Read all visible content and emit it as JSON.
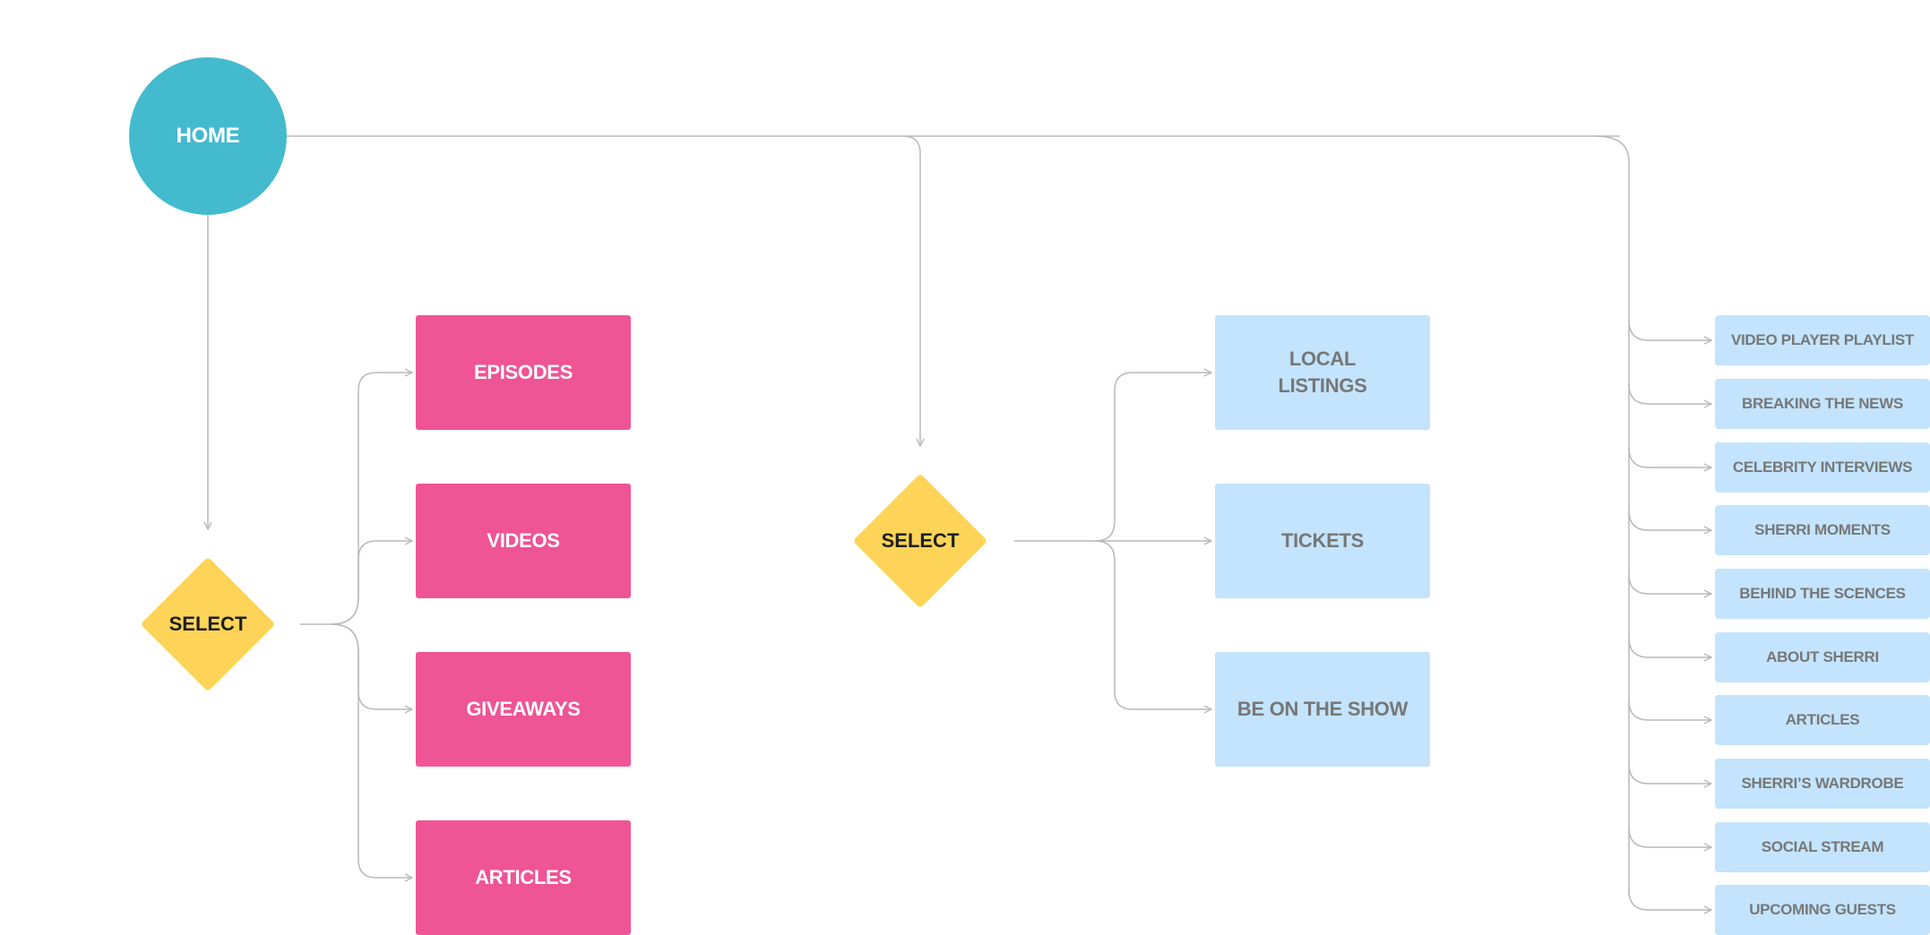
{
  "colors": {
    "home": "#44bace",
    "decision": "#fdd457",
    "primary_pages": "#ef5495",
    "secondary_pages": "#c3e4fc",
    "secondary_text": "#777777",
    "connector": "#b9b9b9"
  },
  "home": {
    "label": "HOME"
  },
  "left_branch": {
    "decision": "SELECT",
    "items": [
      "EPISODES",
      "VIDEOS",
      "GIVEAWAYS",
      "ARTICLES"
    ]
  },
  "middle_branch": {
    "decision": "SELECT",
    "items": [
      "LOCAL\nLISTINGS",
      "TICKETS",
      "BE ON THE SHOW"
    ]
  },
  "right_branch": {
    "items": [
      "VIDEO PLAYER PLAYLIST",
      "BREAKING THE NEWS",
      "CELEBRITY INTERVIEWS",
      "SHERRI MOMENTS",
      "BEHIND THE SCENCES",
      "ABOUT SHERRI",
      "ARTICLES",
      "SHERRI’S WARDROBE",
      "SOCIAL STREAM",
      "UPCOMING GUESTS"
    ]
  }
}
